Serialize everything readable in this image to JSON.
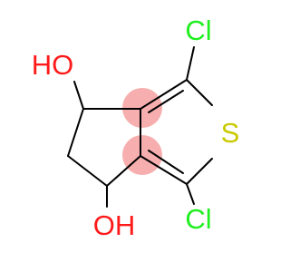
{
  "molecule": {
    "atoms": {
      "cl_top": "Cl",
      "cl_bottom": "Cl",
      "oh_top": "HO",
      "oh_bottom": "OH",
      "sulfur": "S"
    },
    "colors": {
      "halogen": "#1fef1f",
      "oxygen": "#ff1a1a",
      "sulfur": "#c9c900",
      "bond": "#000000",
      "aromatic_highlight": "#f7aeae"
    }
  }
}
